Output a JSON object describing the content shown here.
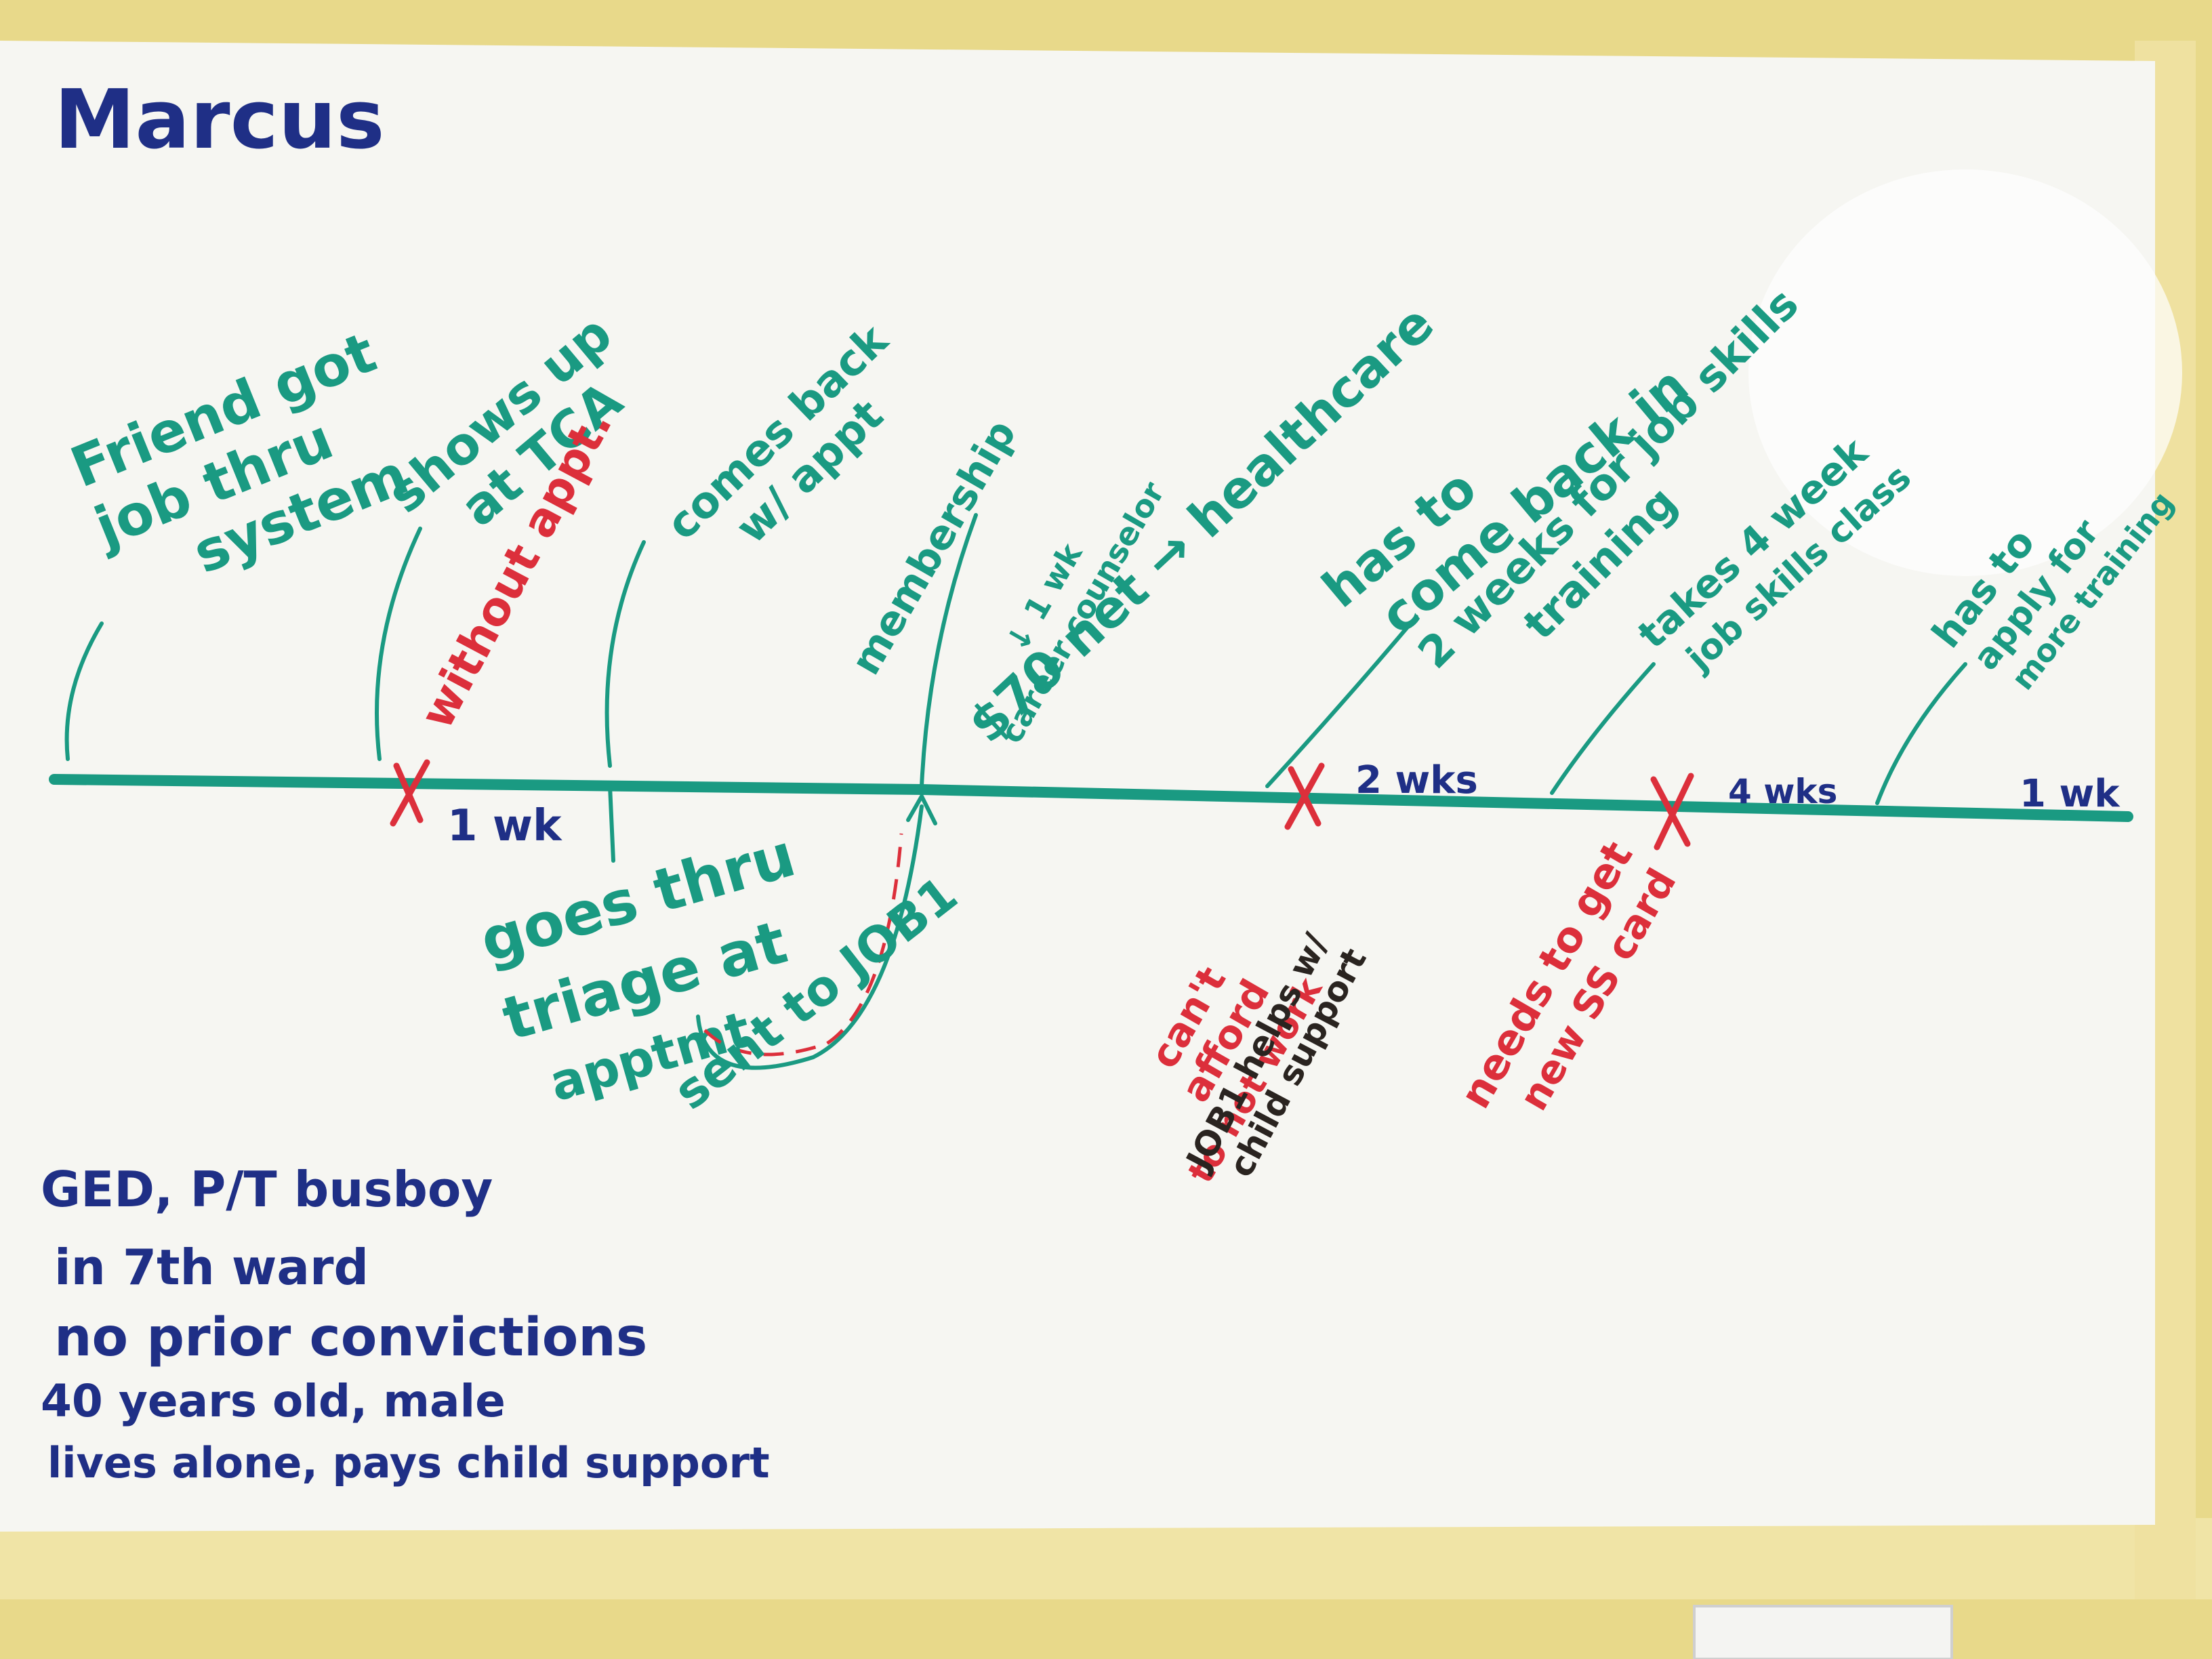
{
  "colors": {
    "wall": "#e8d98a",
    "board": "#f6f6f2",
    "blue_marker": "#1f2f86",
    "teal_marker": "#1a9a82",
    "red_marker": "#dc2f3b",
    "black_marker": "#2a2420"
  },
  "title": "Marcus",
  "profile": [
    "GED, P/T busboy",
    "in 7th ward",
    "no prior convictions",
    "40 years old, male",
    "lives alone, pays child support"
  ],
  "events_above": [
    {
      "lines": [
        "Friend got",
        "job thru",
        "system"
      ]
    },
    {
      "lines": [
        "shows up",
        "at TCA"
      ]
    },
    {
      "lines": [
        "without appt."
      ]
    },
    {
      "lines": [
        "comes back",
        "w/ appt"
      ]
    },
    {
      "lines": [
        "membership"
      ]
    },
    {
      "lines": [
        "↓ 1 wk",
        "career counselor"
      ]
    },
    {
      "lines": [
        "$70 net → healthcare"
      ]
    },
    {
      "lines": [
        "has to",
        "come back in"
      ]
    },
    {
      "lines": [
        "2 weeks for job skills",
        "training"
      ]
    },
    {
      "lines": [
        "takes 4 week",
        "job skills class"
      ]
    },
    {
      "lines": [
        "has to",
        "apply for",
        "more training"
      ]
    }
  ],
  "durations": [
    "1 wk",
    "2 wks",
    "4 wks",
    "1 wk"
  ],
  "events_below": [
    {
      "lines": [
        "goes thru",
        "triage at",
        "apptmt"
      ]
    },
    {
      "lines": [
        "sent to JOB1"
      ]
    },
    {
      "lines": [
        "can't",
        "afford",
        "to not work"
      ]
    },
    {
      "lines": [
        "JOB1 helps w/",
        "child support"
      ]
    },
    {
      "lines": [
        "needs to get",
        "new SS card"
      ]
    }
  ]
}
